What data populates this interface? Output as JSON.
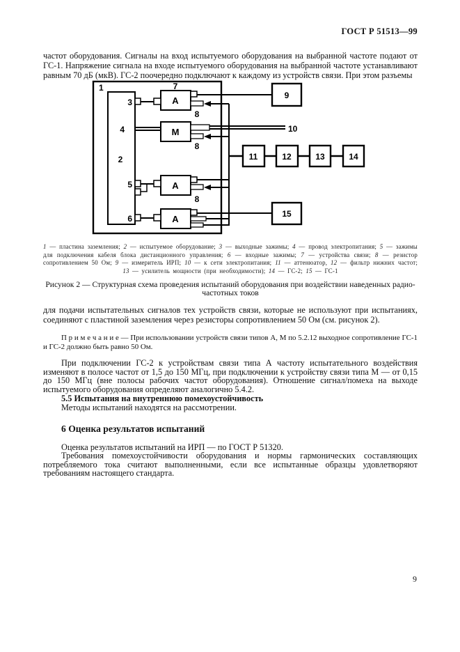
{
  "header": {
    "doc_code": "ГОСТ Р 51513—99"
  },
  "page": {
    "number": "9"
  },
  "body": {
    "para_intro": "частот оборудования. Сигналы на вход испытуемого оборудования на выбранной частоте подают от ГС-1. Напряжение сигнала на входе испытуемого оборудования на выбранной частоте устанавливают равным 70 дБ (мкВ). ГС-2 поочередно подключают к каждому из устройств связи. При этом разъемы",
    "para_after_figure": "для подачи испытательных сигналов тех устройств связи, которые не используют при испытаниях, соединяют с пластиной заземления через резисторы сопротивлением 50 Ом (см. рисунок 2).",
    "note": "П р и м е ч а н и е — При использовании устройств связи типов А, М по 5.2.12 выходное сопротивление ГС-1 и ГС-2 должно быть равно 50 Ом.",
    "para_gc2": "При подключении ГС-2 к устройствам связи типа А частоту испытательного воздействия изменяют в полосе частот от 1,5 до 150 МГц, при подключении к устройству связи типа М — от 0,15 до 150 МГц (вне полосы рабочих частот оборудования). Отношение сигнал/помеха на выходе испытуемого оборудования определяют аналогично 5.4.2.",
    "heading_55": "5.5 Испытания на внутреннюю помехоустойчивость",
    "para_55": "Методы испытаний находятся на рассмотрении.",
    "heading_6": "6 Оценка результатов испытаний",
    "para_6a": "Оценка результатов испытаний на ИРП — по ГОСТ Р 51320.",
    "para_6b": "Требования помехоустойчивости оборудования и нормы гармонических составляющих потребляемого тока считают выполненными, если все испытанные образцы удовлетворяют требованиям настоящего стандарта."
  },
  "figure": {
    "caption_line1": "Рисунок 2 — Структурная схема проведения испытаний оборудования при воздействии наведенных радио-",
    "caption_line2": "частотных токов",
    "legend": {
      "items": [
        {
          "n": "1",
          "t": "пластина заземления",
          "sep": ";"
        },
        {
          "n": "2",
          "t": "испытуемое оборудование",
          "sep": ";"
        },
        {
          "n": "3",
          "t": "выходные зажимы",
          "sep": ";"
        },
        {
          "n": "4",
          "t": "провод электропитания",
          "sep": ";"
        },
        {
          "n": "5",
          "t": "зажимы для подключения кабеля блока дистанционного управления",
          "sep": ";"
        },
        {
          "n": "6",
          "t": "входные зажимы",
          "sep": ";"
        },
        {
          "n": "7",
          "t": "устройства связи",
          "sep": ";"
        },
        {
          "n": "8",
          "t": "резистор сопротивлением 50 Ом",
          "sep": ";"
        },
        {
          "n": "9",
          "t": "измеритель ИРП",
          "sep": ";"
        },
        {
          "n": "10",
          "t": "к сети электропитания",
          "sep": ";"
        },
        {
          "n": "11",
          "t": "аттенюатор",
          "sep": ","
        },
        {
          "n": "12",
          "t": "фильтр нижних частот",
          "sep": ";"
        },
        {
          "n": "13",
          "t": "усилитель мощности (при необходимости)",
          "sep": ";"
        },
        {
          "n": "14",
          "t": "ГС-2",
          "sep": ";"
        },
        {
          "n": "15",
          "t": "ГС-1",
          "sep": ""
        }
      ]
    },
    "diagram": {
      "labels": {
        "n1": "1",
        "n2": "2",
        "n3": "3",
        "n4": "4",
        "n5": "5",
        "n6": "6",
        "n7": "7",
        "n8": "8",
        "n9": "9",
        "n10": "10",
        "n11": "11",
        "n12": "12",
        "n13": "13",
        "n14": "14",
        "n15": "15",
        "letter_a": "А",
        "letter_m": "М"
      }
    }
  }
}
